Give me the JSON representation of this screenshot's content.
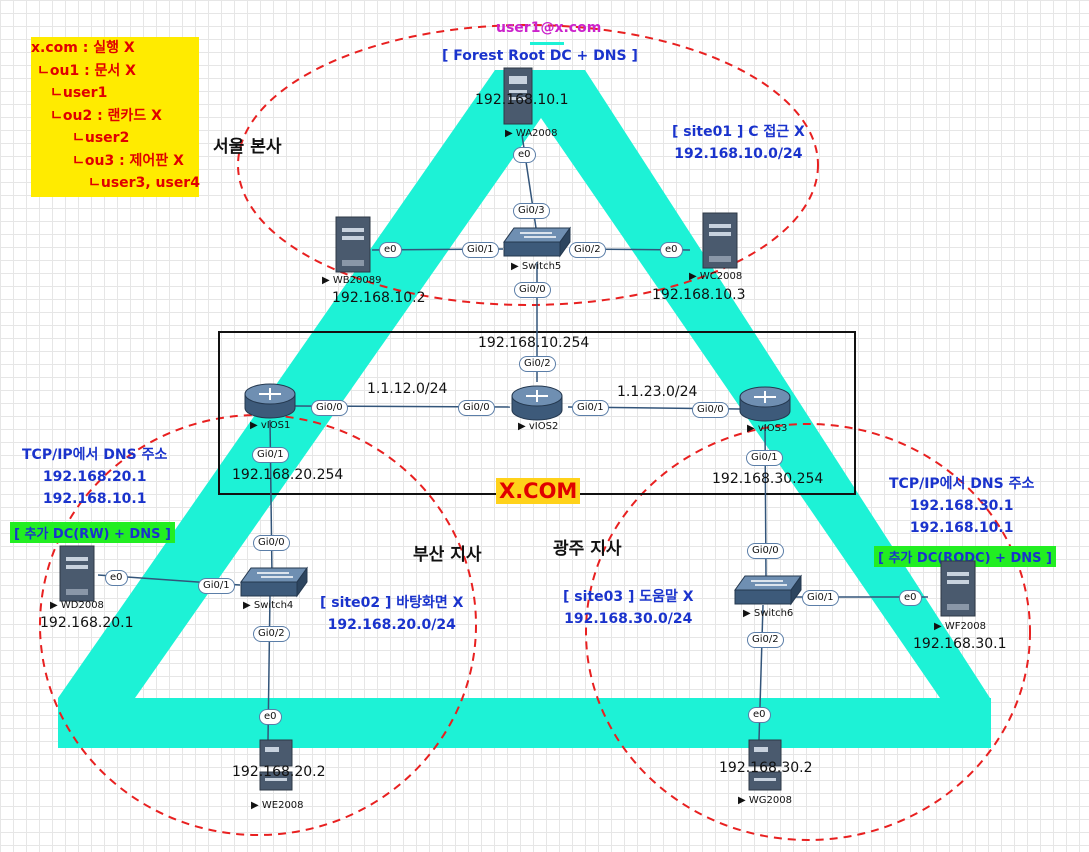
{
  "ou_tree": [
    {
      "indent": 0,
      "text": "x.com : 실행 X"
    },
    {
      "indent": 1,
      "text": "ㄴou1 : 문서 X"
    },
    {
      "indent": 2,
      "text": "ㄴuser1"
    },
    {
      "indent": 2,
      "text": "ㄴou2 : 랜카드 X"
    },
    {
      "indent": 3,
      "text": "ㄴuser2"
    },
    {
      "indent": 3,
      "text": "ㄴou3 : 제어판 X"
    },
    {
      "indent": 4,
      "text": "ㄴuser3, user4"
    }
  ],
  "top": {
    "user": "user1@x.com",
    "role": "[ Forest Root DC + DNS ]"
  },
  "sites": {
    "seoul": {
      "name": "서울 본사",
      "info": "[ site01 ] C 접근 X",
      "subnet": "192.168.10.0/24"
    },
    "busan": {
      "name": "부산 지사",
      "info": "[ site02 ] 바탕화면 X",
      "subnet": "192.168.20.0/24"
    },
    "gwangju": {
      "name": "광주 지사",
      "info": "[ site03 ] 도움말 X",
      "subnet": "192.168.30.0/24"
    }
  },
  "dns_left": {
    "title": "TCP/IP에서 DNS 주소",
    "dns1": "192.168.20.1",
    "dns2": "192.168.10.1",
    "role": "[ 추가 DC(RW) + DNS ]"
  },
  "dns_right": {
    "title": "TCP/IP에서 DNS 주소",
    "dns1": "192.168.30.1",
    "dns2": "192.168.10.1",
    "role": "[ 추가 DC(RODC) + DNS ]"
  },
  "domain_label": "X.COM",
  "nodes": {
    "wa": {
      "name": "WA2008",
      "ip": "192.168.10.1"
    },
    "wb": {
      "name": "WB20089",
      "ip": "192.168.10.2"
    },
    "wc": {
      "name": "WC2008",
      "ip": "192.168.10.3"
    },
    "wd": {
      "name": "WD2008",
      "ip": "192.168.20.1"
    },
    "we": {
      "name": "WE2008",
      "ip": "192.168.20.2"
    },
    "wf": {
      "name": "WF2008",
      "ip": "192.168.30.1"
    },
    "wg": {
      "name": "WG2008",
      "ip": "192.168.30.2"
    },
    "sw5": {
      "name": "Switch5"
    },
    "sw4": {
      "name": "Switch4"
    },
    "sw6": {
      "name": "Switch6"
    },
    "r1": {
      "name": "vIOS1",
      "ip": "192.168.20.254"
    },
    "r2": {
      "name": "vIOS2",
      "ip": "192.168.10.254"
    },
    "r3": {
      "name": "vIOS3",
      "ip": "192.168.30.254"
    }
  },
  "links": {
    "net12": "1.1.12.0/24",
    "net23": "1.1.23.0/24"
  },
  "ports": {
    "e0": "e0",
    "gi00": "Gi0/0",
    "gi01": "Gi0/1",
    "gi02": "Gi0/2",
    "gi03": "Gi0/3"
  },
  "colors": {
    "triangle": "#1df2d6",
    "site_circle": "#e82020",
    "ou_box_bg": "#ffeb00",
    "ou_text": "#e00000",
    "info_text": "#1a33cc",
    "user_text": "#cc22cc",
    "dc_role_bg": "#22ee22",
    "domain_bg": "#ffd21a",
    "domain_text": "#e00000"
  }
}
